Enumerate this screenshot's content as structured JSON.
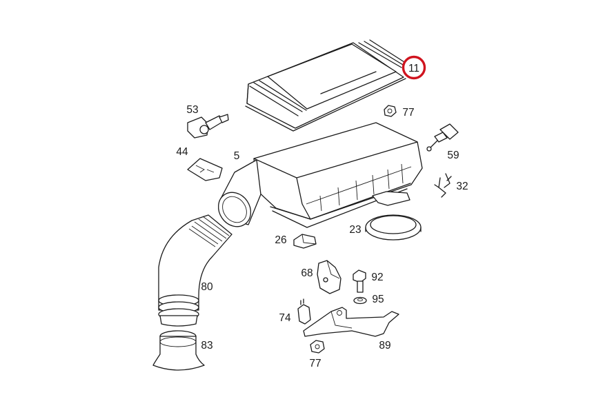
{
  "diagram": {
    "highlight_color": "#d0141f",
    "highlighted_part": "11",
    "labels": {
      "p11": "11",
      "p53": "53",
      "p77a": "77",
      "p44": "44",
      "p5": "5",
      "p59": "59",
      "p32": "32",
      "p23": "23",
      "p26": "26",
      "p68": "68",
      "p92": "92",
      "p95": "95",
      "p80": "80",
      "p74": "74",
      "p83": "83",
      "p89": "89",
      "p77b": "77"
    }
  }
}
